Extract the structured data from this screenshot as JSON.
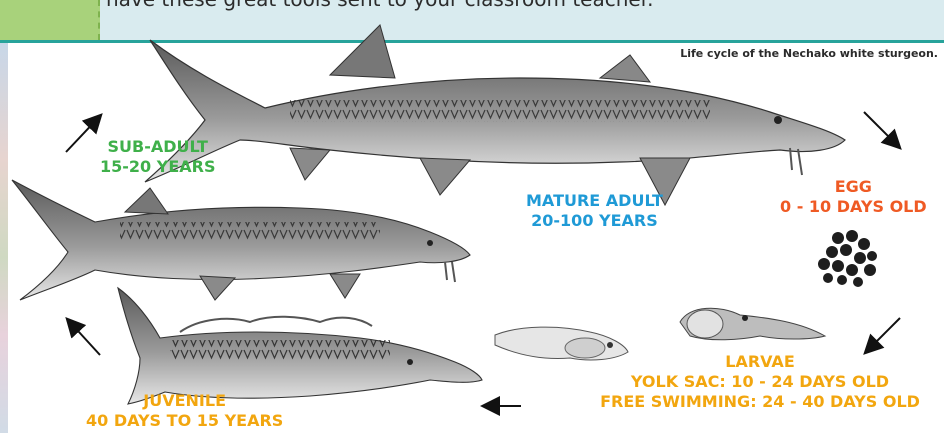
{
  "banner": {
    "text": "have these great tools sent to your classroom teacher."
  },
  "caption": "Life cycle of the Nechako white sturgeon.",
  "stages": {
    "subadult": {
      "line1": "SUB-ADULT",
      "line2": "15-20 YEARS"
    },
    "mature": {
      "line1": "MATURE ADULT",
      "line2": "20-100 YEARS"
    },
    "egg": {
      "line1": "EGG",
      "line2": "0 - 10 DAYS OLD"
    },
    "larvae": {
      "line1": "LARVAE",
      "line2": "YOLK SAC: 10 - 24 DAYS OLD",
      "line3": "FREE SWIMMING: 24 - 40 DAYS OLD"
    },
    "juvenile": {
      "line1": "JUVENILE",
      "line2": "40 DAYS TO 15 YEARS"
    }
  },
  "colors": {
    "subadult": "#3fb04a",
    "mature": "#1f9ad6",
    "egg": "#ef5a24",
    "larvae": "#f2a60f",
    "juvenile": "#f2a60f",
    "banner_accent": "#27a39b"
  }
}
